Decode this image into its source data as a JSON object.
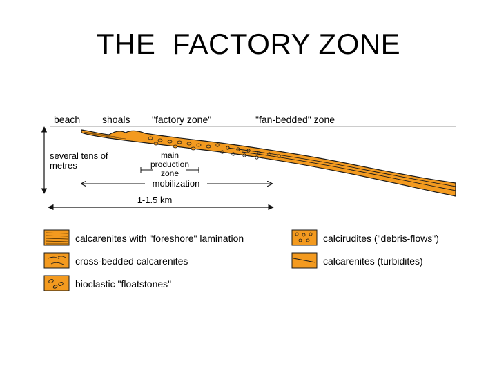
{
  "slide": {
    "title": "THE  FACTORY ZONE"
  },
  "diagram": {
    "zone_labels": {
      "beach": "beach",
      "shoals": "shoals",
      "factory": "\"factory zone\"",
      "fan": "\"fan-bedded\" zone"
    },
    "depth_label": [
      "several tens of",
      "metres"
    ],
    "production_label": [
      "main",
      "production",
      "zone"
    ],
    "mobilization_label": "mobilization",
    "scale_label": "1-1.5 km"
  },
  "legend": {
    "items": [
      {
        "key": "foreshore",
        "label": "calcarenites with \"foreshore\" lamination"
      },
      {
        "key": "cross",
        "label": "cross-bedded calcarenites"
      },
      {
        "key": "floatstones",
        "label": "bioclastic \"floatstones\""
      },
      {
        "key": "calcirudites",
        "label": "calcirudites (\"debris-flows\")"
      },
      {
        "key": "turbidites",
        "label": "calcarenites (turbidites)"
      }
    ]
  },
  "colors": {
    "fill": "#f39a1f",
    "stroke": "#1a1a1a",
    "sea_line": "#9a9a9a"
  }
}
